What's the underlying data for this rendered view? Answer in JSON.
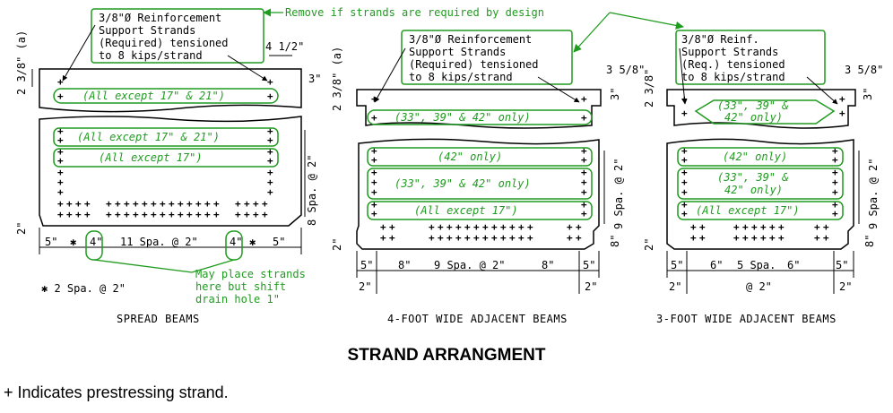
{
  "diagram": {
    "title": "STRAND ARRANGMENT",
    "legend_note": "+ Indicates prestressing strand.",
    "top_callout": "Remove if strands are required by design",
    "colors": {
      "annotation": "#1f9b1f",
      "line": "#000000"
    },
    "spread": {
      "label": "SPREAD BEAMS",
      "callout": [
        "3/8\"Ø Reinforcement",
        "Support Strands",
        "(Required) tensioned",
        "to 8 kips/strand"
      ],
      "top_band": "(All except 17\" & 21\")",
      "band1": "(All except 17\" & 21\")",
      "band2": "(All except 17\")",
      "dim_top_left": "2 3/8\" (a)",
      "dim_top_right": "3\"",
      "dim_corner": "4 1/2\"",
      "dim_vert": "8 Spa. @ 2\"",
      "dim_bottom_left": "2\"",
      "bottom_dims": [
        "5\"",
        "✱",
        "4\"",
        "11 Spa. @ 2\"",
        "4\"",
        "✱",
        "5\""
      ],
      "drain_note": [
        "May place strands",
        "here but shift",
        "drain hole 1\""
      ],
      "star_note": "✱ 2 Spa. @ 2\""
    },
    "four_foot": {
      "label": "4-FOOT WIDE ADJACENT BEAMS",
      "callout": [
        "3/8\"Ø Reinforcement",
        "Support Strands",
        "(Required) tensioned",
        "to 8 kips/strand"
      ],
      "top_band": "(33\", 39\" & 42\" only)",
      "band1": "(42\" only)",
      "band2": "(33\", 39\" & 42\" only)",
      "band3": "(All except 17\")",
      "dim_top_left": "2 3/8\" (a)",
      "dim_top_right": "3\"",
      "dim_corner": "3 5/8\"",
      "dim_vert": "9 Spa. @ 2\"",
      "dim_bottom_left": "2\"",
      "dim_bottom_right": "8\"",
      "bottom_dims": [
        "5\"",
        "8\"",
        "9 Spa. @ 2\"",
        "8\"",
        "5\""
      ],
      "under_dims": [
        "2\"",
        "2\""
      ]
    },
    "three_foot": {
      "label": "3-FOOT WIDE ADJACENT BEAMS",
      "callout": [
        "3/8\"Ø Reinf.",
        "Support Strands",
        "(Req.) tensioned",
        "to 8 kips/strand"
      ],
      "top_band": [
        "(33\", 39\" &",
        "42\" only)"
      ],
      "band1": "(42\" only)",
      "band2": [
        "(33\", 39\" &",
        "42\" only)"
      ],
      "band3": "(All except 17\")",
      "dim_top_left": "2 3/8\"",
      "dim_top_right": "3\"",
      "dim_corner": "3 5/8\"",
      "dim_vert": "9 Spa. @ 2\"",
      "dim_bottom_left": "2\"",
      "dim_bottom_right": "8\"",
      "bottom_dims": [
        "5\"",
        "6\"",
        "5 Spa.",
        "6\"",
        "5\""
      ],
      "bottom_dims_sub": "@ 2\"",
      "under_dims": [
        "2\"",
        "2\""
      ]
    }
  }
}
